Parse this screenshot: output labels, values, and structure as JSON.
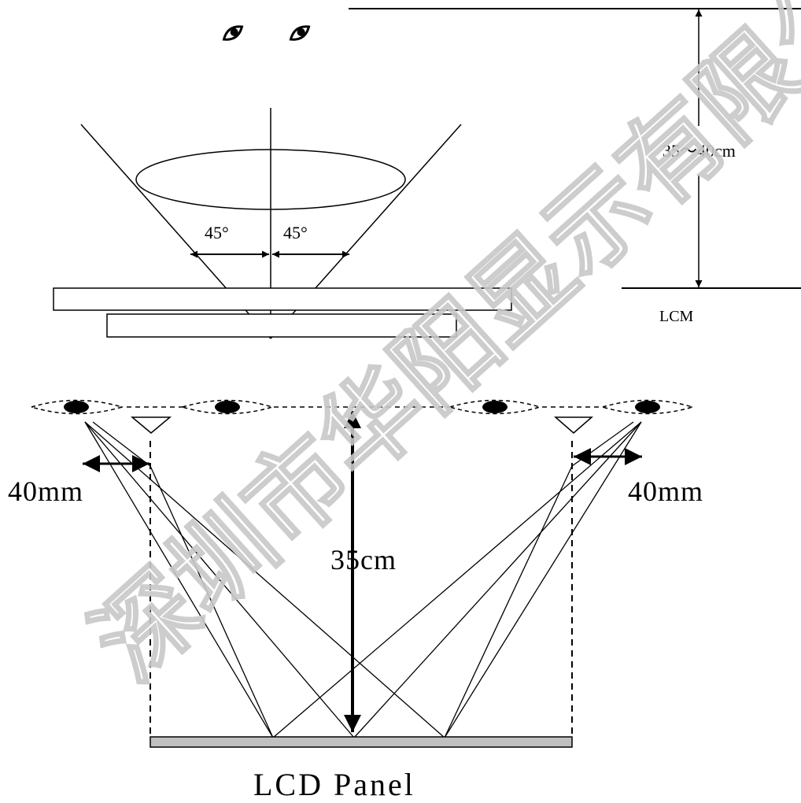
{
  "watermark": {
    "text": "深圳市华阳显示有限公",
    "color": "#c8c8c8"
  },
  "top_view": {
    "eye_icons": [
      "eye-icon",
      "eye-icon"
    ],
    "angle_left": "45°",
    "angle_right": "45°"
  },
  "distance_panel": {
    "distance": "35～40cm",
    "module": "LCM"
  },
  "bottom_view": {
    "left_offset": "40mm",
    "right_offset": "40mm",
    "viewing_distance": "35cm",
    "panel_label": "LCD Panel",
    "panel_color": "#c0c0c0"
  }
}
